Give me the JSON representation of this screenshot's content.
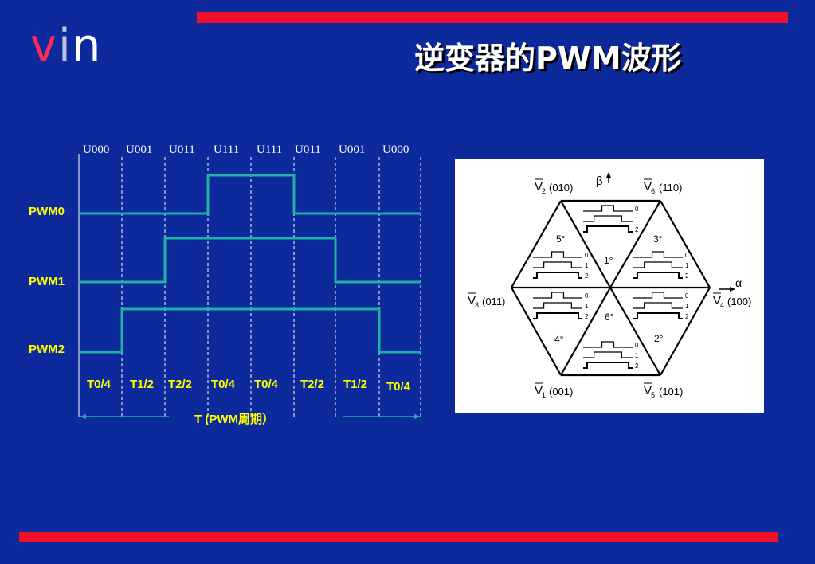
{
  "slide": {
    "title": "逆变器的PWM波形",
    "logo": {
      "part1": "v",
      "part2": "i",
      "part3": "n"
    }
  },
  "colors": {
    "background": "#0c2a9c",
    "accent_red": "#f0102a",
    "waveform": "#1fb3a3",
    "label_yellow": "#ffff00"
  },
  "waveform": {
    "vector_labels": [
      "U000",
      "U001",
      "U011",
      "U111",
      "U111",
      "U011",
      "U001",
      "U000"
    ],
    "signals": [
      "PWM0",
      "PWM1",
      "PWM2"
    ],
    "interval_labels": [
      "T0/4",
      "T1/2",
      "T2/2",
      "T0/4",
      "T0/4",
      "T2/2",
      "T1/2",
      "T0/4"
    ],
    "period_label": "T  (PWM周期）"
  },
  "hexagon": {
    "axis_beta": "β",
    "axis_alpha": "α",
    "vectors": [
      {
        "sub": "2",
        "code": "(010)"
      },
      {
        "sub": "6",
        "code": "(110)"
      },
      {
        "sub": "3",
        "code": "(011)"
      },
      {
        "sub": "4",
        "code": "(100)"
      },
      {
        "sub": "1",
        "code": "(001)"
      },
      {
        "sub": "5",
        "code": "(101)"
      }
    ],
    "sectors": [
      "5°",
      "3°",
      "1°",
      "4°",
      "6°",
      "2°"
    ],
    "phase_indices": [
      "0",
      "1",
      "2"
    ]
  }
}
